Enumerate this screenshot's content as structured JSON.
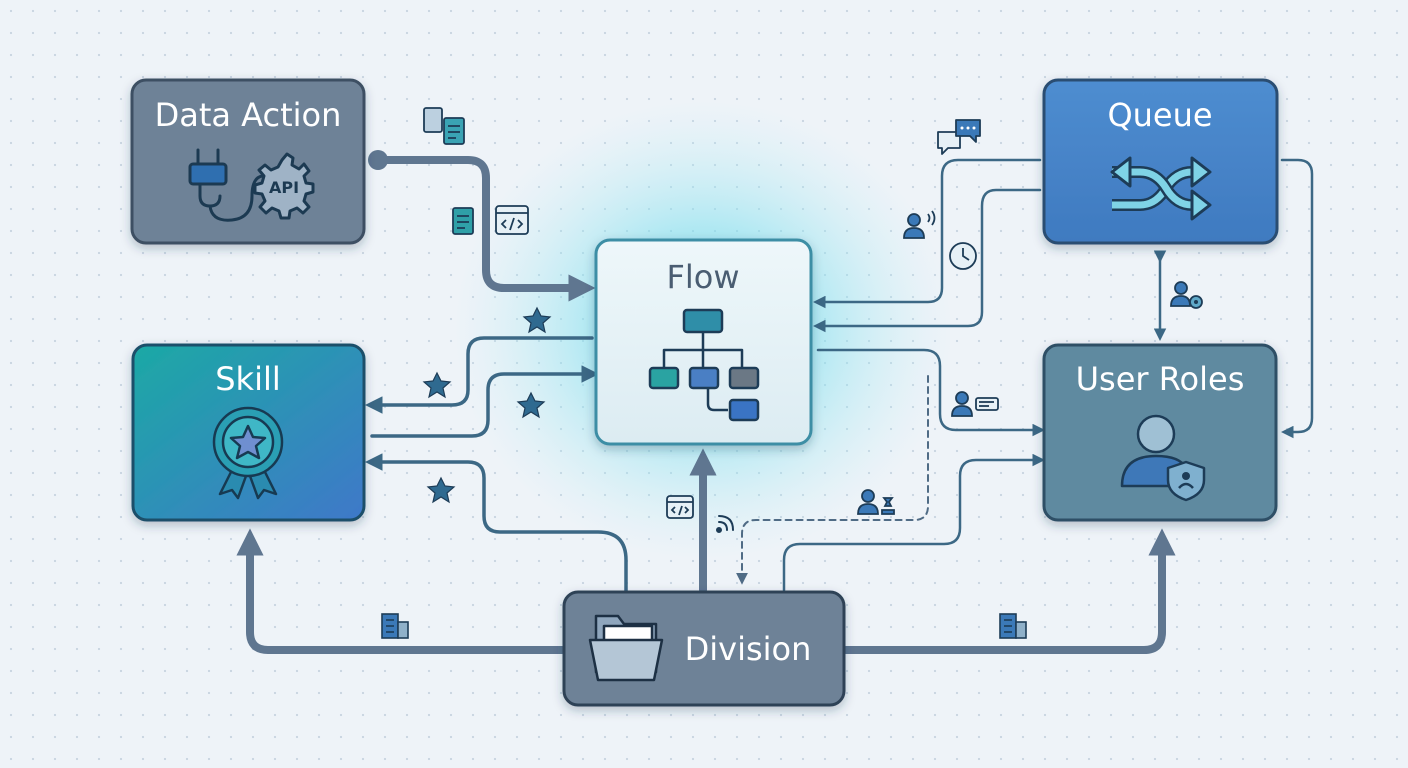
{
  "nodes": {
    "data_action": {
      "title": "Data Action",
      "icon": "plug-api-icon",
      "badge": "API",
      "color": "#6e8297"
    },
    "queue": {
      "title": "Queue",
      "icon": "shuffle-icon",
      "color": "#4a86c8"
    },
    "flow": {
      "title": "Flow",
      "icon": "flowchart-icon",
      "color": "#e3f1f6"
    },
    "skill": {
      "title": "Skill",
      "icon": "award-ribbon-icon",
      "color": "#1fa3a8"
    },
    "user_roles": {
      "title": "User Roles",
      "icon": "user-shield-icon",
      "color": "#5f8aa0"
    },
    "division": {
      "title": "Division",
      "icon": "folder-icon",
      "color": "#6e8297"
    }
  },
  "colors": {
    "connector": "#3c6885",
    "thick_connector": "#5f7690",
    "star": "#2f6a90",
    "glow": "#5ad6ea"
  },
  "decorations": [
    "documents-icon",
    "document-icon",
    "code-window-icon",
    "star-icon",
    "chat-bubbles-icon",
    "user-voice-icon",
    "clock-icon",
    "user-gear-icon",
    "user-card-icon",
    "user-pawn-icon",
    "wifi-signal-icon",
    "building-icon"
  ]
}
